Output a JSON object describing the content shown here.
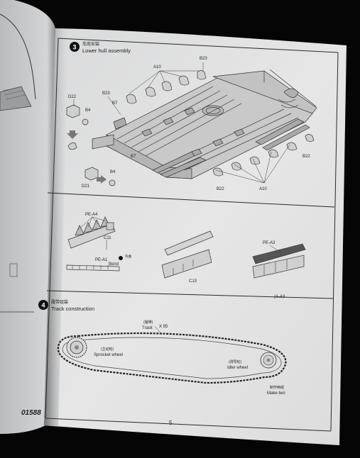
{
  "step3": {
    "number": "3",
    "title_cn": "车底安装",
    "title_en": "Lower hull assembly",
    "callouts": {
      "a10_top": "A10",
      "a10_bottom": "A10",
      "b23_top": "B23",
      "b23_left": "B23",
      "b7_top": "B7",
      "b7_bottom": "B7",
      "d22": "D22",
      "d21": "D21",
      "b4_top": "B4",
      "b4_bottom": "B4",
      "b22_right": "B22",
      "b22_bottom": "B22"
    }
  },
  "substep": {
    "pe_a4": "PE-A4",
    "c11": "C11",
    "pe_a1": "PE-A1",
    "bend_cn": "弯曲",
    "bend_en": "Bend",
    "c13": "C13",
    "pe_a3": "PE-A3",
    "a3": "(A-A3"
  },
  "step4": {
    "number": "4",
    "title_cn": "履带组装",
    "title_en": "Track construction",
    "track_cn": "(履带)",
    "track_en": "Track",
    "track_count": "X 95",
    "sprocket_cn": "(主动轮)",
    "sprocket_en": "Sprocket wheel",
    "idler_cn": "(诱导轮)",
    "idler_en": "Idler wheel",
    "make_cn": "制作两组",
    "make_en": "Make two"
  },
  "footer": {
    "catalog": "01588",
    "page_number": "5"
  }
}
